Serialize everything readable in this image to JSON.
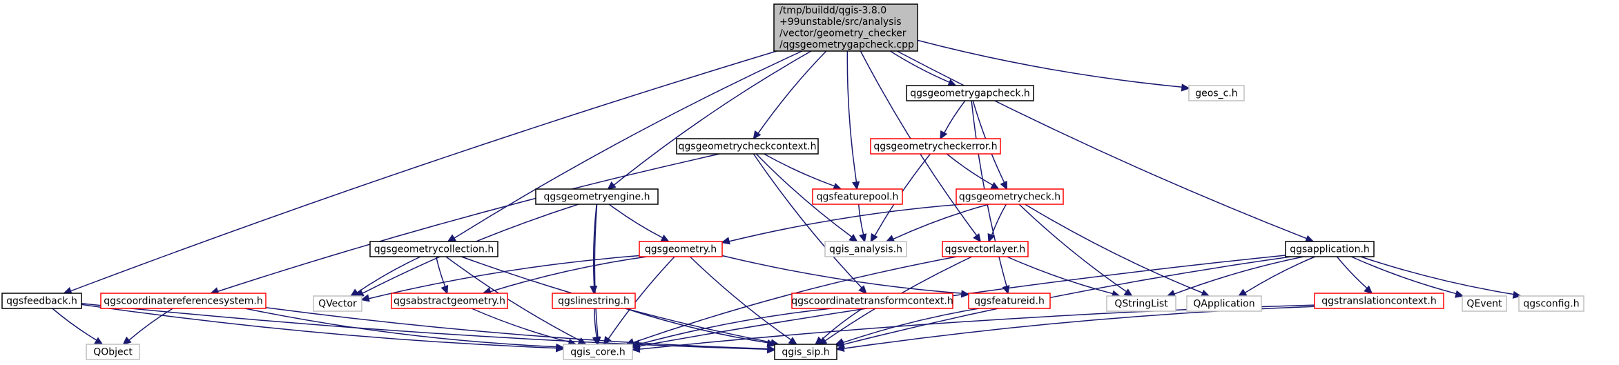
{
  "graph": {
    "colors": {
      "edge": "#191970",
      "root_fill": "#bfbfbf",
      "black_border": "#000000",
      "red_border": "#ff0000",
      "gray_border": "#bfbfbf",
      "text": "#000000"
    },
    "nodes": {
      "root": {
        "lines": [
          "/tmp/buildd/qgis-3.8.0",
          "+99unstable/src/analysis",
          "/vector/geometry_checker",
          "/qgsgeometrygapcheck.cpp"
        ],
        "kind": "root"
      },
      "qgsgeometrygapcheck_h": {
        "lines": [
          "qgsgeometrygapcheck.h"
        ],
        "kind": "black"
      },
      "geos_c_h": {
        "lines": [
          "geos_c.h"
        ],
        "kind": "gray"
      },
      "qgsgeometrycheckcontext_h": {
        "lines": [
          "qgsgeometrycheckcontext.h"
        ],
        "kind": "black"
      },
      "qgsgeometrycheckerror_h": {
        "lines": [
          "qgsgeometrycheckerror.h"
        ],
        "kind": "red"
      },
      "qgsgeometryengine_h": {
        "lines": [
          "qgsgeometryengine.h"
        ],
        "kind": "black"
      },
      "qgsfeaturepool_h": {
        "lines": [
          "qgsfeaturepool.h"
        ],
        "kind": "red"
      },
      "qgsgeometrycheck_h": {
        "lines": [
          "qgsgeometrycheck.h"
        ],
        "kind": "red"
      },
      "qgsgeometrycollection_h": {
        "lines": [
          "qgsgeometrycollection.h"
        ],
        "kind": "black"
      },
      "qgsgeometry_h": {
        "lines": [
          "qgsgeometry.h"
        ],
        "kind": "red"
      },
      "qgis_analysis_h": {
        "lines": [
          "qgis_analysis.h"
        ],
        "kind": "gray"
      },
      "qgsvectorlayer_h": {
        "lines": [
          "qgsvectorlayer.h"
        ],
        "kind": "red"
      },
      "qgsapplication_h": {
        "lines": [
          "qgsapplication.h"
        ],
        "kind": "black"
      },
      "qgsfeedback_h": {
        "lines": [
          "qgsfeedback.h"
        ],
        "kind": "black"
      },
      "qgscoordinatereferencesystem_h": {
        "lines": [
          "qgscoordinatereferencesystem.h"
        ],
        "kind": "red"
      },
      "qvector": {
        "lines": [
          "QVector"
        ],
        "kind": "gray"
      },
      "qgsabstractgeometry_h": {
        "lines": [
          "qgsabstractgeometry.h"
        ],
        "kind": "red"
      },
      "qgslinestring_h": {
        "lines": [
          "qgslinestring.h"
        ],
        "kind": "red"
      },
      "qgscoordinatetransformcontext_h": {
        "lines": [
          "qgscoordinatetransformcontext.h"
        ],
        "kind": "red"
      },
      "qgsfeatureid_h": {
        "lines": [
          "qgsfeatureid.h"
        ],
        "kind": "red"
      },
      "qstringlist": {
        "lines": [
          "QStringList"
        ],
        "kind": "gray"
      },
      "qapplication": {
        "lines": [
          "QApplication"
        ],
        "kind": "gray"
      },
      "qgstranslationcontext_h": {
        "lines": [
          "qgstranslationcontext.h"
        ],
        "kind": "red"
      },
      "qevent": {
        "lines": [
          "QEvent"
        ],
        "kind": "gray"
      },
      "qgsconfig_h": {
        "lines": [
          "qgsconfig.h"
        ],
        "kind": "gray"
      },
      "qobject": {
        "lines": [
          "QObject"
        ],
        "kind": "gray"
      },
      "qgis_core_h": {
        "lines": [
          "qgis_core.h"
        ],
        "kind": "gray"
      },
      "qgis_sip_h": {
        "lines": [
          "qgis_sip.h"
        ],
        "kind": "black"
      }
    },
    "edges": [
      [
        "root",
        "qgsfeedback_h"
      ],
      [
        "root",
        "qgsgeometrycollection_h"
      ],
      [
        "root",
        "qgsgeometryengine_h"
      ],
      [
        "root",
        "qgsgeometrycheckcontext_h"
      ],
      [
        "root",
        "qgsfeaturepool_h"
      ],
      [
        "root",
        "qgsgeometrygapcheck_h"
      ],
      [
        "root",
        "qgsvectorlayer_h"
      ],
      [
        "root",
        "qgsapplication_h"
      ],
      [
        "root",
        "geos_c_h"
      ],
      [
        "qgsgeometrygapcheck_h",
        "qgsgeometrycheckerror_h"
      ],
      [
        "qgsgeometrygapcheck_h",
        "qgsgeometrycheck_h"
      ],
      [
        "qgsgeometrygapcheck_h",
        "qgsfeatureid_h"
      ],
      [
        "qgsgeometrycheckerror_h",
        "qgsgeometrycheck_h"
      ],
      [
        "qgsgeometrycheckerror_h",
        "qgis_analysis_h"
      ],
      [
        "qgsgeometrycheckcontext_h",
        "qgsfeaturepool_h"
      ],
      [
        "qgsgeometrycheckcontext_h",
        "qgis_analysis_h"
      ],
      [
        "qgsgeometrycheckcontext_h",
        "qgscoordinatetransformcontext_h"
      ],
      [
        "qgsgeometrycheckcontext_h",
        "qgscoordinatereferencesystem_h"
      ],
      [
        "qgsfeaturepool_h",
        "qgis_analysis_h"
      ],
      [
        "qgsgeometrycheck_h",
        "qgis_analysis_h"
      ],
      [
        "qgsgeometrycheck_h",
        "qgsgeometry_h"
      ],
      [
        "qgsgeometrycheck_h",
        "qgsvectorlayer_h"
      ],
      [
        "qgsgeometrycheck_h",
        "qstringlist"
      ],
      [
        "qgsgeometrycheck_h",
        "qapplication"
      ],
      [
        "qgsgeometryengine_h",
        "qgsgeometry_h"
      ],
      [
        "qgsgeometryengine_h",
        "qgslinestring_h"
      ],
      [
        "qgsgeometryengine_h",
        "qvector"
      ],
      [
        "qgsgeometryengine_h",
        "qgis_core_h"
      ],
      [
        "qgsgeometrycollection_h",
        "qvector"
      ],
      [
        "qgsgeometrycollection_h",
        "qgsabstractgeometry_h"
      ],
      [
        "qgsgeometrycollection_h",
        "qgis_core_h"
      ],
      [
        "qgsgeometrycollection_h",
        "qgis_sip_h"
      ],
      [
        "qgsgeometry_h",
        "qvector"
      ],
      [
        "qgsgeometry_h",
        "qgsabstractgeometry_h"
      ],
      [
        "qgsgeometry_h",
        "qgsfeatureid_h"
      ],
      [
        "qgsgeometry_h",
        "qgis_core_h"
      ],
      [
        "qgsgeometry_h",
        "qgis_sip_h"
      ],
      [
        "qgsvectorlayer_h",
        "qstringlist"
      ],
      [
        "qgsvectorlayer_h",
        "qgis_core_h"
      ],
      [
        "qgsvectorlayer_h",
        "qgis_sip_h"
      ],
      [
        "qgsapplication_h",
        "qstringlist"
      ],
      [
        "qgsapplication_h",
        "qapplication"
      ],
      [
        "qgsapplication_h",
        "qgstranslationcontext_h"
      ],
      [
        "qgsapplication_h",
        "qevent"
      ],
      [
        "qgsapplication_h",
        "qgsconfig_h"
      ],
      [
        "qgsapplication_h",
        "qgis_core_h"
      ],
      [
        "qgsapplication_h",
        "qgis_sip_h"
      ],
      [
        "qgsfeedback_h",
        "qobject"
      ],
      [
        "qgsfeedback_h",
        "qgis_core_h"
      ],
      [
        "qgsfeedback_h",
        "qgis_sip_h"
      ],
      [
        "qgscoordinatereferencesystem_h",
        "qobject"
      ],
      [
        "qgscoordinatereferencesystem_h",
        "qgis_core_h"
      ],
      [
        "qgscoordinatereferencesystem_h",
        "qgis_sip_h"
      ],
      [
        "qgsabstractgeometry_h",
        "qgis_core_h"
      ],
      [
        "qgslinestring_h",
        "qgis_core_h"
      ],
      [
        "qgslinestring_h",
        "qgis_sip_h"
      ],
      [
        "qgscoordinatetransformcontext_h",
        "qgis_core_h"
      ],
      [
        "qgscoordinatetransformcontext_h",
        "qgis_sip_h"
      ],
      [
        "qgsfeatureid_h",
        "qgis_sip_h"
      ],
      [
        "qgstranslationcontext_h",
        "qgis_core_h"
      ],
      [
        "qgstranslationcontext_h",
        "qgis_sip_h"
      ]
    ]
  }
}
